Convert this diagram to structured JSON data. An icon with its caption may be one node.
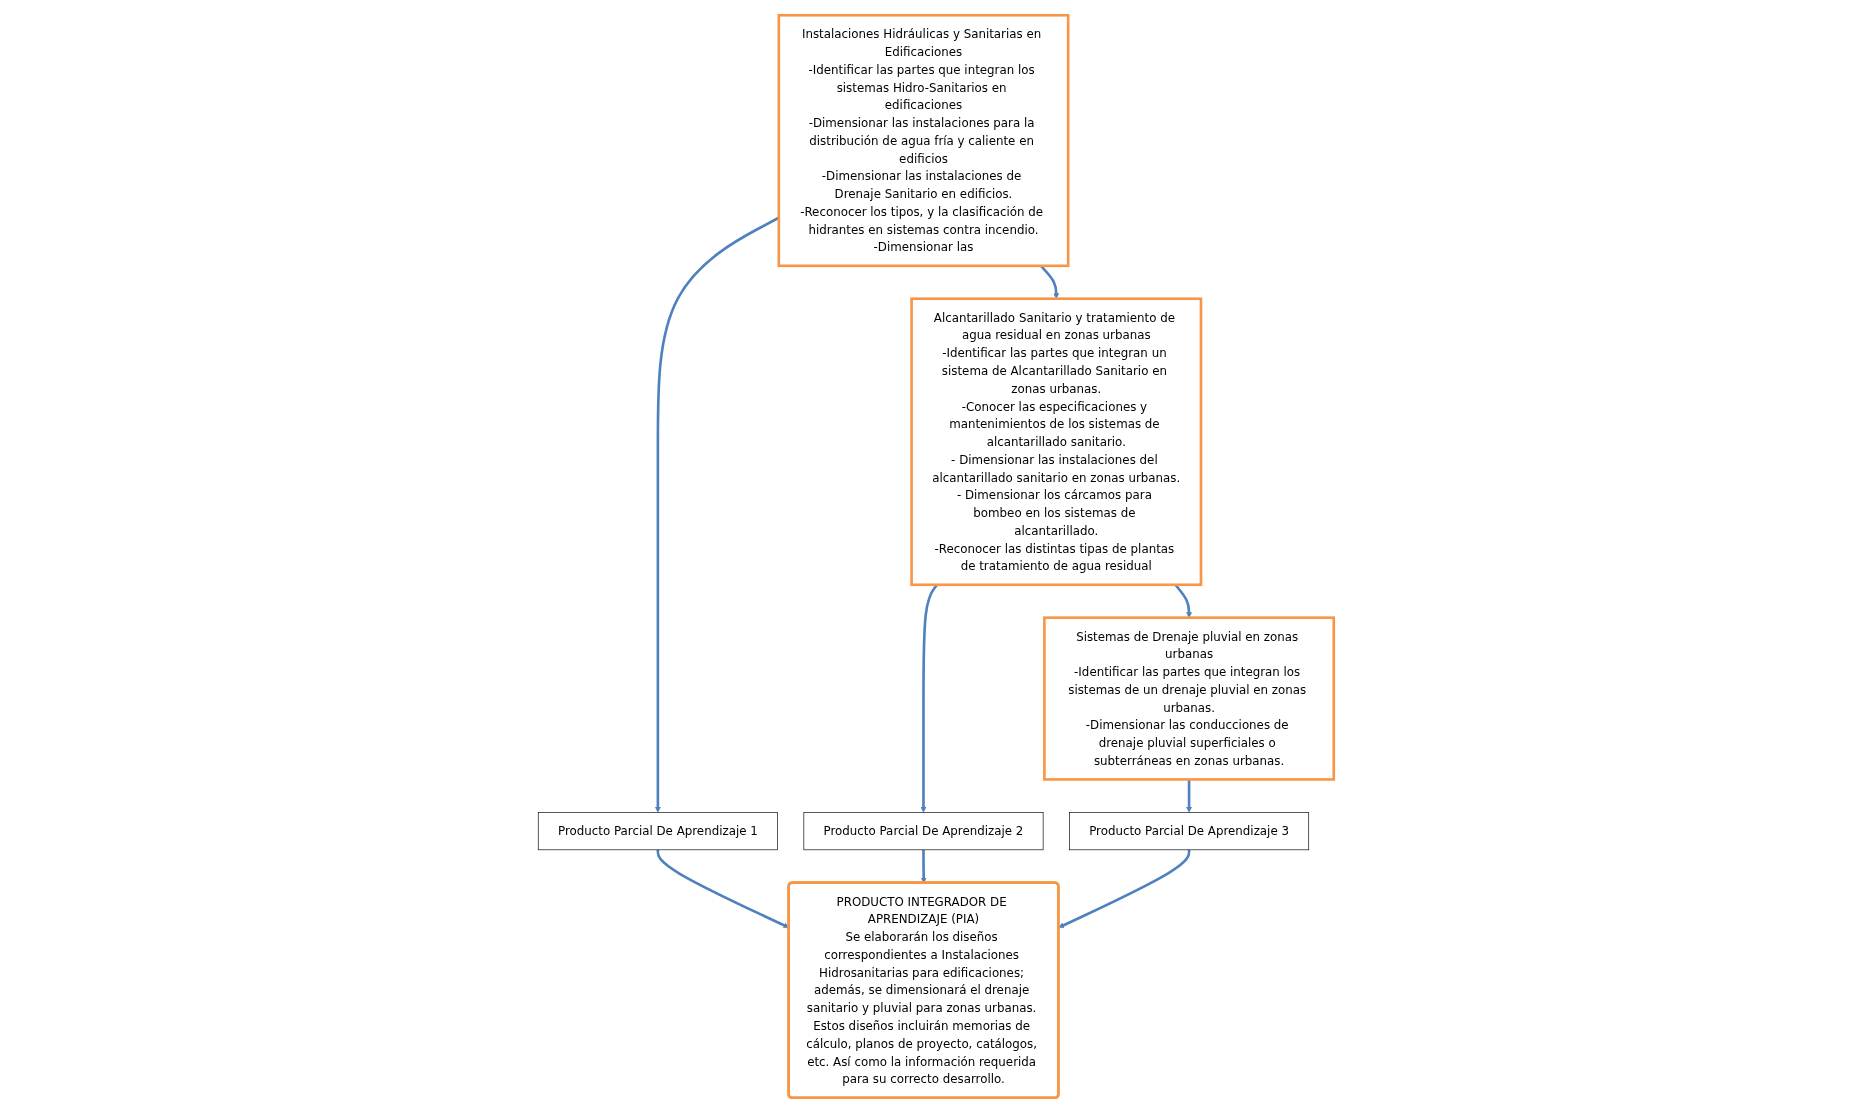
{
  "diagram": {
    "nodes": [
      {
        "text": [
          "Instalaciones Hidráulicas y Sanitarias en Edificaciones",
          "-Identificar las partes que integran los sistemas Hidro-Sanitarios en edificaciones",
          "-Dimensionar las instalaciones para la distribución de agua fría y caliente en edificios",
          "-Dimensionar las instalaciones de Drenaje Sanitario en edificios.",
          "-Reconocer los tipos, y la clasificación de hidrantes en sistemas contra incendio.",
          "-Dimensionar las"
        ]
      },
      {
        "text": [
          "Alcantarillado Sanitario y tratamiento de agua residual en zonas urbanas",
          "-Identificar las partes que integran un sistema de Alcantarillado Sanitario en zonas urbanas.",
          "-Conocer las especificaciones y mantenimientos de los sistemas de alcantarillado sanitario.",
          "- Dimensionar las instalaciones del alcantarillado sanitario en zonas urbanas.",
          "- Dimensionar los cárcamos para bombeo en los sistemas de alcantarillado.",
          "-Reconocer las distintas tipas de plantas de tratamiento de agua residual"
        ]
      },
      {
        "text": [
          "Sistemas de Drenaje pluvial en zonas urbanas",
          "-Identificar las partes que integran los sistemas de un drenaje pluvial en zonas urbanas.",
          "-Dimensionar las conducciones de drenaje pluvial superficiales o subterráneas en zonas urbanas."
        ]
      },
      {
        "text": [
          "Producto Parcial De Aprendizaje 1"
        ]
      },
      {
        "text": [
          "Producto Parcial De Aprendizaje 2"
        ]
      },
      {
        "text": [
          "Producto Parcial De Aprendizaje 3"
        ]
      },
      {
        "text": [
          "PRODUCTO INTEGRADOR DE APRENDIZAJE (PIA)",
          "Se elaborarán los diseños correspondientes a Instalaciones Hidrosanitarias para edificaciones; además, se dimensionará el drenaje sanitario y pluvial para zonas urbanas. Estos diseños incluirán memorias de cálculo, planos de proyecto, catálogos, etc. Así como la información requerida para su correcto desarrollo."
        ]
      }
    ],
    "edges": [
      {
        "from": 0,
        "to": 1,
        "arrow": "to"
      },
      {
        "from": 1,
        "to": 2,
        "arrow": "to"
      },
      {
        "from": 0,
        "to": 3,
        "arrow": "to"
      },
      {
        "from": 1,
        "to": 4,
        "arrow": "to"
      },
      {
        "from": 2,
        "to": 5,
        "arrow": "to"
      },
      {
        "from": 3,
        "to": 6,
        "arrow": "to"
      },
      {
        "from": 4,
        "to": 6,
        "arrow": "to"
      },
      {
        "from": 5,
        "to": 6,
        "arrow": "to"
      }
    ]
  }
}
